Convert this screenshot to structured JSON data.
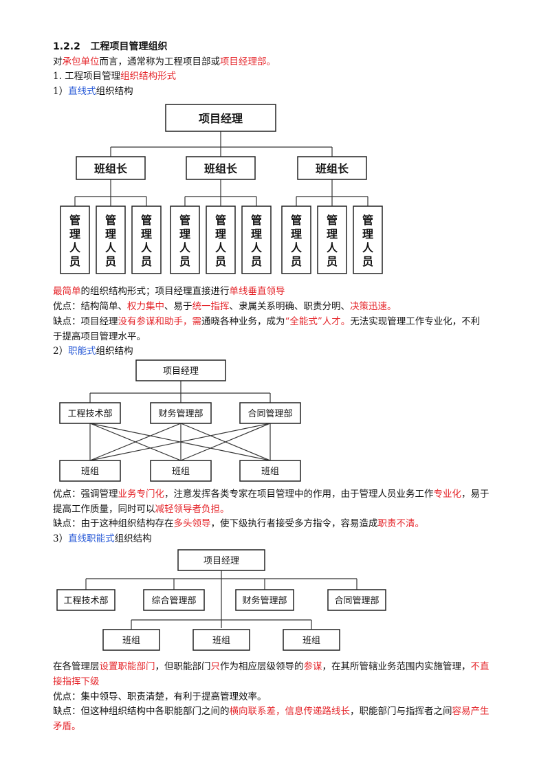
{
  "heading": {
    "number": "1.2.2",
    "title": "工程项目管理组织"
  },
  "intro": {
    "a": "对",
    "b": "承包单位",
    "c": "而言，通常称为工程项目部或",
    "d": "项目经理部。"
  },
  "section1": {
    "a": "1. 工程项目管理",
    "b": "组织结构形式"
  },
  "s1": {
    "prefix": "1）",
    "name": "直线式",
    "suffix": "组织结构"
  },
  "s2": {
    "prefix": "2）",
    "name": "职能式",
    "suffix": "组织结构"
  },
  "s3": {
    "prefix": "3）",
    "name": "直线职能式",
    "suffix": "组织结构"
  },
  "chart1": {
    "manager": "项目经理",
    "leader": "班组长",
    "staff_chars": [
      "管",
      "理",
      "人",
      "员"
    ]
  },
  "chart2": {
    "manager": "项目经理",
    "depts": [
      "工程技术部",
      "财务管理部",
      "合同管理部"
    ],
    "teams": [
      "班组",
      "班组",
      "班组"
    ]
  },
  "chart3": {
    "manager": "项目经理",
    "depts": [
      "工程技术部",
      "综合管理部",
      "财务管理部",
      "合同管理部"
    ],
    "teams": [
      "班组",
      "班组",
      "班组"
    ]
  },
  "p1": {
    "a": "最简单",
    "b": "的组织结构形式；项目经理直接进行",
    "c": "单线垂直领导"
  },
  "p2": {
    "a": "优点：结构简单、",
    "b": "权力集中",
    "c": "、易于",
    "d": "统一指挥",
    "e": "、隶属关系明确、职责分明、",
    "f": "决策迅速。"
  },
  "p3": {
    "a": "缺点：项目经理",
    "b": "没有参谋和助手，需",
    "c": "通晓各种业务，成为",
    "d": "“全能式”人才。",
    "e": "无法实现管理工作专业化，不利"
  },
  "p3b": "于提高项目管理水平。",
  "p4": {
    "a": "优点：强调管理",
    "b": "业务专门化",
    "c": "，注意发挥各类专家在项目管理中的作用，由于管理人员业务工作",
    "d": "专业化",
    "e": "，易于"
  },
  "p4b": {
    "a": "提高工作质量，同时可以",
    "b": "减轻领导者负担。"
  },
  "p5": {
    "a": "缺点：由于这种组织结构存在",
    "b": "多头领导",
    "c": "，使下级执行者接受多方指令，容易造成",
    "d": "职责不清。"
  },
  "p6": {
    "a": "在各管理层",
    "b": "设置职能部门",
    "c": "，但职能部门",
    "d": "只",
    "e": "作为相应层级领导的",
    "f": "参谋",
    "g": "，在其所管辖业务范围内实施管理，",
    "h": "不直"
  },
  "p6b": "接指挥下级",
  "p7": "优点：集中领导、职责清楚，有利于提高管理效率。",
  "p8": {
    "a": "缺点：但这种组织结构中各职能部门之间的",
    "b": "横向联系差，信息传递路线长",
    "c": "，职能部门与指挥者之间",
    "d": "容易产生"
  },
  "p8b": "矛盾。"
}
